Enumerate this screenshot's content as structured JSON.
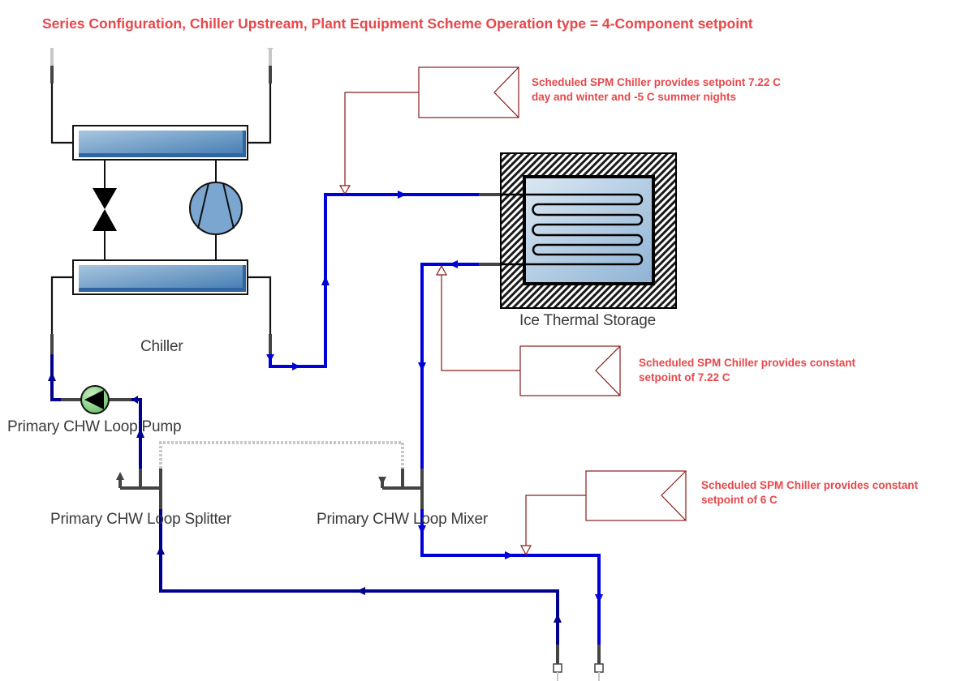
{
  "title": "Series Configuration, Chiller Upstream, Plant Equipment Scheme Operation type = 4-Component setpoint",
  "components": {
    "chiller": {
      "label": "Chiller"
    },
    "ice_storage": {
      "label": "Ice Thermal Storage"
    },
    "pump": {
      "label": "Primary CHW Loop Pump"
    },
    "splitter": {
      "label": "Primary CHW Loop Splitter"
    },
    "mixer": {
      "label": "Primary CHW Loop Mixer"
    }
  },
  "setpoint_managers": [
    {
      "line1": "Scheduled SPM Chiller provides setpoint 7.22 C",
      "line2": "day and winter and -5 C summer nights"
    },
    {
      "line1": "Scheduled SPM Chiller provides constant",
      "line2": "setpoint of 7.22 C"
    },
    {
      "line1": "Scheduled SPM Chiller provides constant",
      "line2": "setpoint of 6 C"
    }
  ],
  "colors": {
    "annotation_text": "#e8474b",
    "spm_outline": "#8b1a1a",
    "active_pipe": "#0000d8",
    "supply_return_pipe": "#00008f",
    "inactive_pipe": "#444444"
  }
}
